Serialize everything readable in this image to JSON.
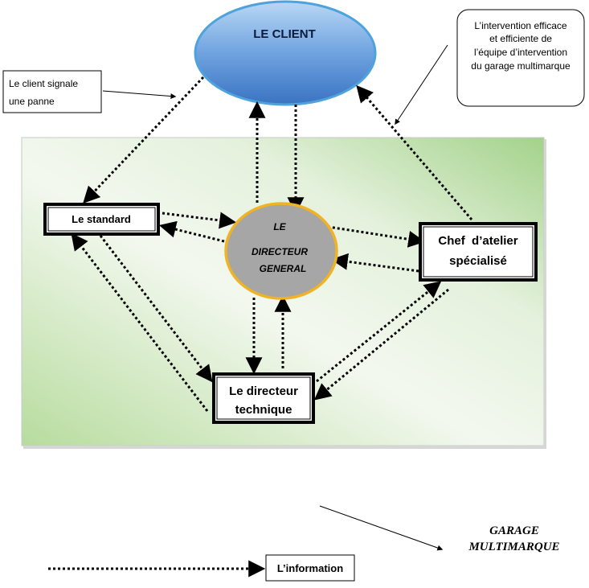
{
  "client": {
    "label": "LE CLIENT"
  },
  "callouts": {
    "client_signals": {
      "line1": "Le client signale",
      "line2": "une panne"
    },
    "intervention": {
      "line1": "L’intervention efficace",
      "line2": "et efficiente de",
      "line3": "l’équipe d’intervention",
      "line4": "du garage multimarque"
    }
  },
  "nodes": {
    "standard": {
      "label": "Le standard"
    },
    "directeur_general": {
      "line1": "LE",
      "line2": "DIRECTEUR",
      "line3": "GENERAL"
    },
    "chef_atelier": {
      "line1": "Chef  d’atelier",
      "line2": "spécialisé"
    },
    "directeur_technique": {
      "line1": "Le directeur",
      "line2": "technique"
    }
  },
  "garage_label": {
    "line1": "GARAGE",
    "line2": "MULTIMARQUE"
  },
  "legend": {
    "label": "L’information"
  },
  "colors": {
    "client_fill_top": "#a9cdf2",
    "client_fill_bottom": "#3f79c7",
    "client_stroke": "#4ea3dc",
    "dg_fill": "#a6a6a6",
    "dg_stroke": "#f0b323",
    "panel_light": "#f1f7ec",
    "panel_dark": "#a6d38f"
  }
}
